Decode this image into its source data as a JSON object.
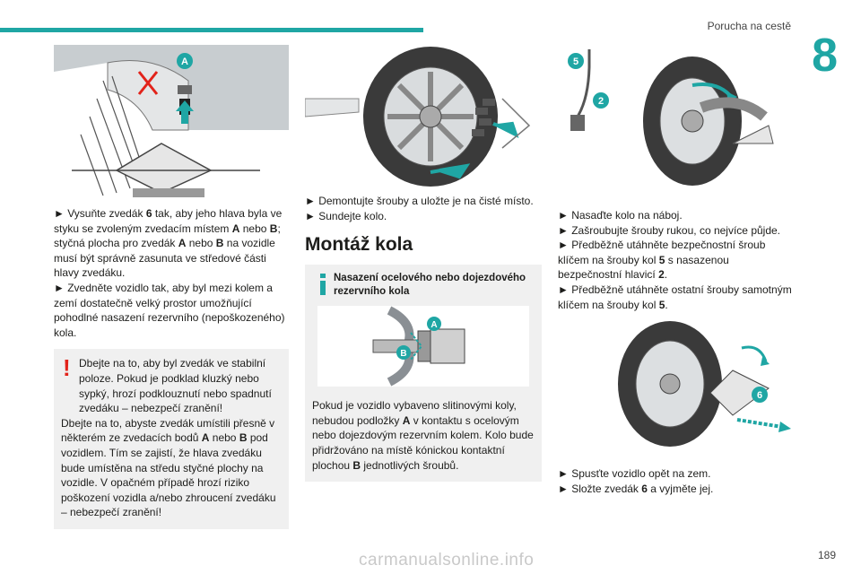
{
  "header": {
    "section_title": "Porucha na cestě",
    "chapter_number": "8",
    "page_number": "189"
  },
  "watermark": "carmanualsonline.info",
  "figures": {
    "fig1_label_a": "A",
    "fig2_label_b": "B",
    "fig4_label_5": "5",
    "fig4_label_2": "2",
    "fig5_label_6": "6",
    "inner_label_a": "A",
    "inner_label_b": "B"
  },
  "col1": {
    "p1_a": "► Vysuňte zvedák ",
    "p1_b": "6",
    "p1_c": " tak, aby jeho hlava byla ve styku se zvoleným zvedacím místem ",
    "p1_d": "A",
    "p1_e": " nebo ",
    "p1_f": "B",
    "p1_g": "; styčná plocha pro zvedák ",
    "p1_h": "A",
    "p1_i": " nebo ",
    "p1_j": "B",
    "p1_k": " na vozidle musí být správně zasunuta ve středové části hlavy zvedáku.",
    "p2": "► Zvedněte vozidlo tak, aby byl mezi kolem a zemí dostatečně velký prostor umožňující pohodlné nasazení rezervního (nepoškozeného) kola.",
    "warning": {
      "mark": "!",
      "line1": "Dbejte na to, aby byl zvedák ve stabilní poloze. Pokud je podklad kluzký nebo sypký, hrozí podklouznutí nebo spadnutí zvedáku – nebezpečí zranění!",
      "line2_a": "Dbejte na to, abyste zvedák umístili přesně v některém ze zvedacích bodů ",
      "line2_b": "A",
      "line2_c": " nebo ",
      "line2_d": "B",
      "line2_e": " pod vozidlem. Tím se zajistí, že hlava zvedáku bude umístěna na středu styčné plochy na vozidle. V opačném případě hrozí riziko poškození vozidla a/nebo zhroucení zvedáku – nebezpečí zranění!"
    }
  },
  "col2": {
    "p1": "► Demontujte šrouby a uložte je na čisté místo.",
    "p2": "► Sundejte kolo.",
    "heading": "Montáž kola",
    "info": {
      "title": "Nasazení ocelového nebo dojezdového rezervního kola",
      "text_a": "Pokud je vozidlo vybaveno slitinovými koly, nebudou podložky ",
      "text_b": "A",
      "text_c": " v kontaktu s ocelovým nebo dojezdovým rezervním kolem. Kolo bude přidržováno na místě kónickou kontaktní plochou ",
      "text_d": "B",
      "text_e": " jednotlivých šroubů."
    }
  },
  "col3": {
    "p1": "► Nasaďte kolo na náboj.",
    "p2": "► Zašroubujte šrouby rukou, co nejvíce půjde.",
    "p3_a": "► Předběžně utáhněte bezpečnostní šroub klíčem na šrouby kol ",
    "p3_b": "5",
    "p3_c": " s nasazenou bezpečnostní hlavicí ",
    "p3_d": "2",
    "p3_e": ".",
    "p4_a": "► Předběžně utáhněte ostatní šrouby samotným klíčem na šrouby kol ",
    "p4_b": "5",
    "p4_c": ".",
    "p5": "► Spusťte vozidlo opět na zem.",
    "p6_a": "► Složte zvedák ",
    "p6_b": "6",
    "p6_c": " a vyjměte jej."
  }
}
